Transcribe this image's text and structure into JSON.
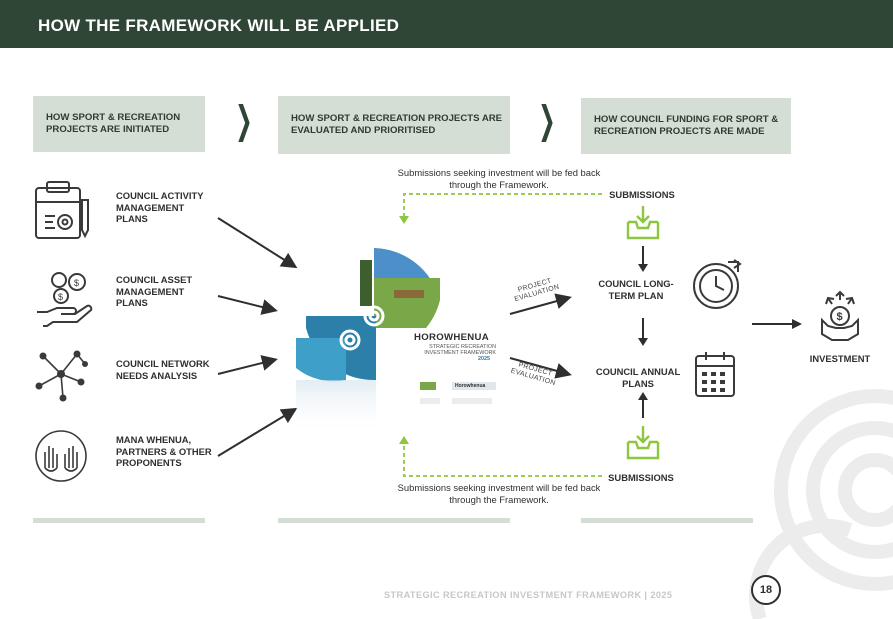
{
  "header": {
    "title": "HOW THE FRAMEWORK WILL BE APPLIED"
  },
  "columns": [
    {
      "label": "HOW SPORT & RECREATION PROJECTS  ARE INITIATED"
    },
    {
      "label": "HOW SPORT & RECREATION PROJECTS ARE EVALUATED AND PRIORITISED"
    },
    {
      "label": "HOW COUNCIL FUNDING FOR SPORT & RECREATION PROJECTS ARE MADE"
    }
  ],
  "sources": [
    {
      "label": "COUNCIL ACTIVITY MANAGEMENT PLANS",
      "icon": "clipboard-gear-icon"
    },
    {
      "label": "COUNCIL ASSET MANAGEMENT PLANS",
      "icon": "hand-coins-gears-icon"
    },
    {
      "label": "COUNCIL NETWORK NEEDS ANALYSIS",
      "icon": "network-nodes-icon"
    },
    {
      "label": "MANA WHENUA, PARTNERS & OTHER PROPONENTS",
      "icon": "raised-hands-icon"
    }
  ],
  "framework_cover": {
    "title": "HOROWHENUA",
    "subtitle": "STRATEGIC RECREATION INVESTMENT FRAMEWORK",
    "year": "2025",
    "logos": [
      "Horowhenua"
    ]
  },
  "notes": {
    "top": "Submissions seeking investment will be fed back through the Framework.",
    "bottom": "Submissions seeking investment will be fed back through the Framework."
  },
  "evaluation": {
    "top": "PROJECT EVALUATION",
    "bottom": "PROJECT EVALUATION"
  },
  "process": {
    "submissions_top": "SUBMISSIONS",
    "long_term_plan": "COUNCIL LONG-TERM PLAN",
    "annual_plans": "COUNCIL ANNUAL PLANS",
    "submissions_bottom": "SUBMISSIONS"
  },
  "investment": {
    "label": "INVESTMENT",
    "icon": "money-hand-icon"
  },
  "footer": {
    "text": "STRATEGIC RECREATION INVESTMENT FRAMEWORK | 2025",
    "page": "18"
  },
  "colors": {
    "header": "#2f4535",
    "box": "#d5ded4",
    "accent_green": "#8dc63f",
    "text": "#2f2f2f"
  }
}
